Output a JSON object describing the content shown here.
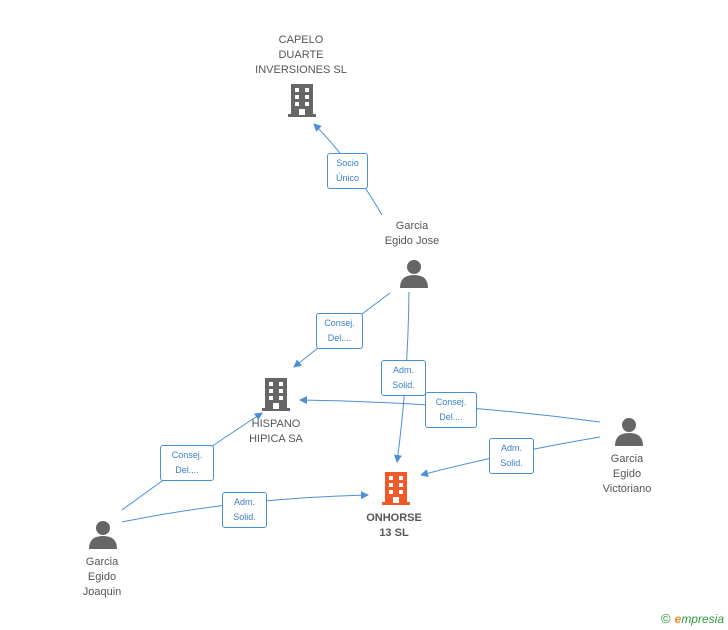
{
  "nodes": {
    "capelo": {
      "label": "CAPELO\nDUARTE\nINVERSIONES SL",
      "icon": "building-icon",
      "color": "#666666"
    },
    "jose": {
      "label": "Garcia\nEgido Jose",
      "icon": "person-icon",
      "color": "#666666"
    },
    "hispano": {
      "label": "HISPANO\nHIPICA SA",
      "icon": "building-icon",
      "color": "#666666"
    },
    "onhorse": {
      "label": "ONHORSE\n13 SL",
      "icon": "building-icon",
      "color": "#f05a28"
    },
    "victoriano": {
      "label": "Garcia\nEgido\nVictoriano",
      "icon": "person-icon",
      "color": "#666666"
    },
    "joaquin": {
      "label": "Garcia\nEgido\nJoaquin",
      "icon": "person-icon",
      "color": "#666666"
    }
  },
  "edges": {
    "jose_capelo": "Socio\nÚnico",
    "jose_hispano": "Consej.\nDel....",
    "jose_onhorse": "Adm.\nSolid.",
    "victoriano_hispano": "Consej.\nDel....",
    "victoriano_onhorse": "Adm.\nSolid.",
    "joaquin_hispano": "Consej.\nDel....",
    "joaquin_onhorse": "Adm.\nSolid."
  },
  "colors": {
    "edge": "#4a90d9",
    "icon": "#666666",
    "focus": "#f05a28"
  },
  "footer": {
    "copyright": "©",
    "brand_e": "e",
    "brand_rest": "mpresia"
  }
}
